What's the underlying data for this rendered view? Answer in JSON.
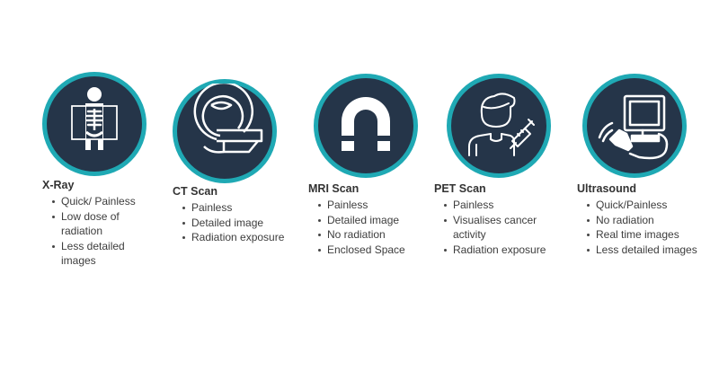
{
  "colors": {
    "circle_fill": "#253549",
    "circle_ring": "#1fa9b4",
    "icon_stroke": "#ffffff",
    "text": "#3d3d3d"
  },
  "modalities": [
    {
      "title": "X-Ray",
      "icon": "xray-skeleton-icon",
      "bullets": [
        "Quick/ Painless",
        "Low dose of radiation",
        "Less detailed images"
      ]
    },
    {
      "title": "CT Scan",
      "icon": "ct-scanner-icon",
      "bullets": [
        "Painless",
        "Detailed image",
        "Radiation exposure"
      ]
    },
    {
      "title": "MRI Scan",
      "icon": "magnet-icon",
      "bullets": [
        "Painless",
        "Detailed image",
        "No radiation",
        "Enclosed Space"
      ]
    },
    {
      "title": "PET Scan",
      "icon": "patient-syringe-icon",
      "bullets": [
        "Painless",
        "Visualises cancer activity",
        "Radiation exposure"
      ]
    },
    {
      "title": "Ultrasound",
      "icon": "ultrasound-machine-icon",
      "bullets": [
        "Quick/Painless",
        "No radiation",
        "Real time images",
        "Less detailed images"
      ]
    }
  ]
}
